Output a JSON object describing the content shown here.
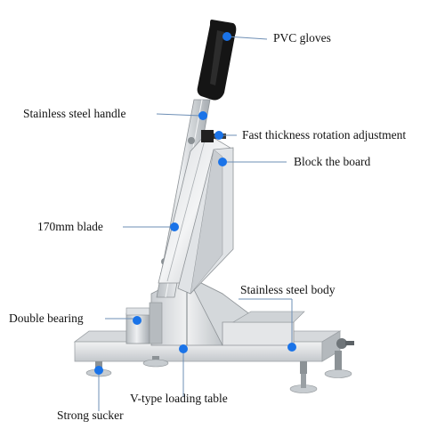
{
  "callouts": {
    "pvc_gloves": "PVC gloves",
    "stainless_steel_handle": "Stainless steel handle",
    "fast_thickness": "Fast thickness rotation adjustment",
    "block_the_board": "Block the board",
    "blade_170mm": "170mm blade",
    "stainless_steel_body": "Stainless steel body",
    "double_bearing": "Double bearing",
    "v_type_loading_table": "V-type loading table",
    "strong_sucker": "Strong sucker"
  },
  "colors": {
    "marker": "#1a73e8",
    "leader": "#6e8fb5",
    "steel_light": "#e6e8ea",
    "steel_mid": "#c3c7cb",
    "steel_dark": "#8e9397",
    "grip": "#151515",
    "text": "#111111"
  }
}
